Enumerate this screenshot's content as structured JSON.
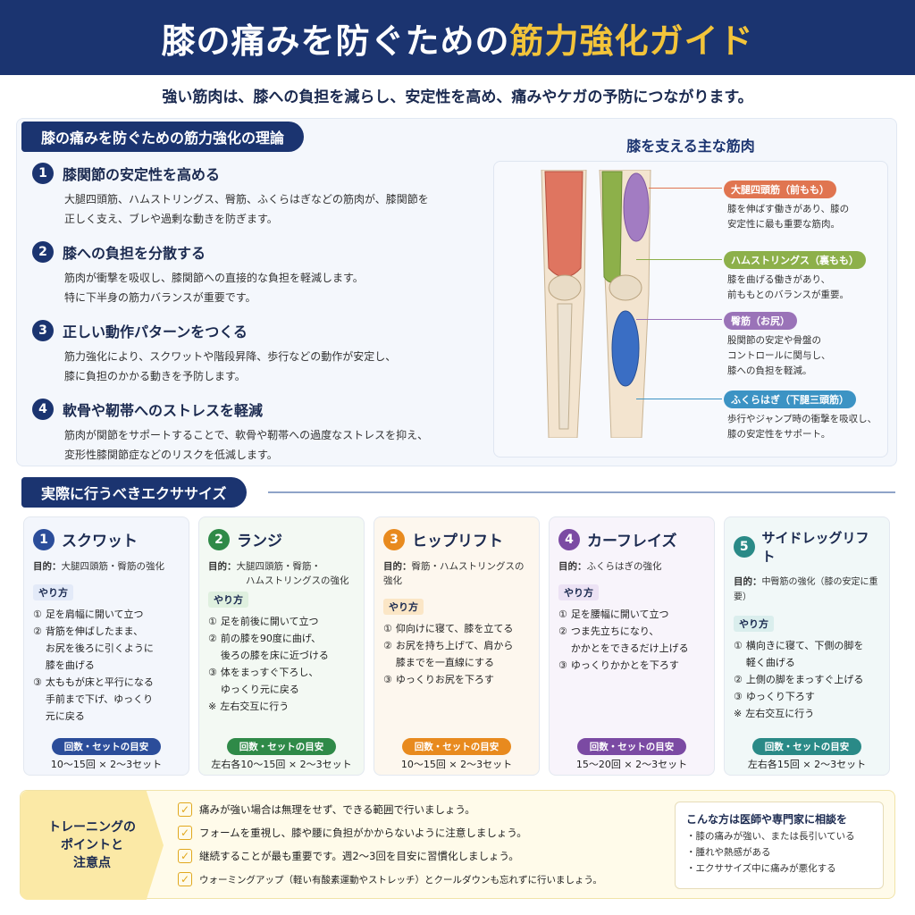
{
  "header": {
    "title_main": "膝の痛みを防ぐための",
    "title_accent": "筋力強化ガイド"
  },
  "subtitle": "強い筋肉は、膝への負担を減らし、安定性を高め、痛みやケガの予防につながります。",
  "theory": {
    "section_title": "膝の痛みを防ぐための筋力強化の理論",
    "items": [
      {
        "num": "1",
        "title": "膝関節の安定性を高める",
        "lines": [
          "大腿四頭筋、ハムストリングス、臀筋、ふくらはぎなどの筋肉が、膝関節を",
          "正しく支え、ブレや過剰な動きを防ぎます。"
        ]
      },
      {
        "num": "2",
        "title": "膝への負担を分散する",
        "lines": [
          "筋肉が衝撃を吸収し、膝関節への直接的な負担を軽減します。",
          "特に下半身の筋力バランスが重要です。"
        ]
      },
      {
        "num": "3",
        "title": "正しい動作パターンをつくる",
        "lines": [
          "筋力強化により、スクワットや階段昇降、歩行などの動作が安定し、",
          "膝に負担のかかる動きを予防します。"
        ]
      },
      {
        "num": "4",
        "title": "軟骨や靭帯へのストレスを軽減",
        "lines": [
          "筋肉が関節をサポートすることで、軟骨や靭帯への過度なストレスを抑え、",
          "変形性膝関節症などのリスクを低減します。"
        ]
      }
    ]
  },
  "muscles": {
    "heading": "膝を支える主な筋肉",
    "items": [
      {
        "tag": "大腿四頭筋（前もも）",
        "color": "#e07550",
        "lines": [
          "膝を伸ばす働きがあり、膝の",
          "安定性に最も重要な筋肉。"
        ]
      },
      {
        "tag": "ハムストリングス（裏もも）",
        "color": "#8db04a",
        "lines": [
          "膝を曲げる働きがあり、",
          "前ももとのバランスが重要。"
        ]
      },
      {
        "tag": "臀筋（お尻）",
        "color": "#9a73b8",
        "lines": [
          "股関節の安定や骨盤の",
          "コントロールに関与し、",
          "膝への負担を軽減。"
        ]
      },
      {
        "tag": "ふくらはぎ（下腿三頭筋）",
        "color": "#3c93c4",
        "lines": [
          "歩行やジャンプ時の衝撃を吸収し、",
          "膝の安定性をサポート。"
        ]
      }
    ]
  },
  "exercises": {
    "section_title": "実際に行うべきエクササイズ",
    "how_label": "やり方",
    "badge_label": "回数・セットの目安",
    "purpose_label": "目的：",
    "items": [
      {
        "num": "1",
        "title": "スクワット",
        "color": "#2b4d9a",
        "bg": "#f3f6fc",
        "how_bg": "#e3eaf8",
        "purpose": [
          "大腿四頭筋・臀筋の強化"
        ],
        "steps": [
          {
            "m": "①",
            "t": [
              "足を肩幅に開いて立つ"
            ]
          },
          {
            "m": "②",
            "t": [
              "背筋を伸ばしたまま、",
              "お尻を後ろに引くように",
              "膝を曲げる"
            ]
          },
          {
            "m": "③",
            "t": [
              "太ももが床と平行になる",
              "手前まで下げ、ゆっくり",
              "元に戻る"
            ]
          }
        ],
        "count": "10〜15回 × 2〜3セット"
      },
      {
        "num": "2",
        "title": "ランジ",
        "color": "#2f8a48",
        "bg": "#f3f9f3",
        "how_bg": "#dff0df",
        "purpose": [
          "大腿四頭筋・臀筋・",
          "ハムストリングスの強化"
        ],
        "steps": [
          {
            "m": "①",
            "t": [
              "足を前後に開いて立つ"
            ]
          },
          {
            "m": "②",
            "t": [
              "前の膝を90度に曲げ、",
              "後ろの膝を床に近づける"
            ]
          },
          {
            "m": "③",
            "t": [
              "体をまっすぐ下ろし、",
              "ゆっくり元に戻る"
            ]
          },
          {
            "m": "※",
            "t": [
              "左右交互に行う"
            ]
          }
        ],
        "count": "左右各10〜15回 × 2〜3セット"
      },
      {
        "num": "3",
        "title": "ヒップリフト",
        "color": "#e88a1e",
        "bg": "#fdf7ee",
        "how_bg": "#fbe6c6",
        "purpose": [
          "臀筋・ハムストリングスの強化"
        ],
        "steps": [
          {
            "m": "①",
            "t": [
              "仰向けに寝て、膝を立てる"
            ]
          },
          {
            "m": "②",
            "t": [
              "お尻を持ち上げて、肩から",
              "膝までを一直線にする"
            ]
          },
          {
            "m": "③",
            "t": [
              "ゆっくりお尻を下ろす"
            ]
          }
        ],
        "count": "10〜15回 × 2〜3セット"
      },
      {
        "num": "4",
        "title": "カーフレイズ",
        "color": "#7b4aa3",
        "bg": "#f8f4fb",
        "how_bg": "#ece2f4",
        "purpose": [
          "ふくらはぎの強化"
        ],
        "steps": [
          {
            "m": "①",
            "t": [
              "足を腰幅に開いて立つ"
            ]
          },
          {
            "m": "②",
            "t": [
              "つま先立ちになり、",
              "かかとをできるだけ上げる"
            ]
          },
          {
            "m": "③",
            "t": [
              "ゆっくりかかとを下ろす"
            ]
          }
        ],
        "count": "15〜20回 × 2〜3セット"
      },
      {
        "num": "5",
        "title": "サイドレッグリフト",
        "color": "#2a8a87",
        "bg": "#f1f8f8",
        "how_bg": "#daeeed",
        "purpose": [
          "中臀筋の強化（膝の安定に重要）"
        ],
        "steps": [
          {
            "m": "①",
            "t": [
              "横向きに寝て、下側の脚を",
              "軽く曲げる"
            ]
          },
          {
            "m": "②",
            "t": [
              "上側の脚をまっすぐ上げる"
            ]
          },
          {
            "m": "③",
            "t": [
              "ゆっくり下ろす"
            ]
          },
          {
            "m": "※",
            "t": [
              "左右交互に行う"
            ]
          }
        ],
        "count": "左右各15回 × 2〜3セット"
      }
    ]
  },
  "points": {
    "label_lines": [
      "トレーニングの",
      "ポイントと",
      "注意点"
    ],
    "items": [
      "痛みが強い場合は無理をせず、できる範囲で行いましょう。",
      "フォームを重視し、膝や腰に負担がかからないように注意しましょう。",
      "継続することが最も重要です。週2〜3回を目安に習慣化しましょう。",
      "ウォーミングアップ（軽い有酸素運動やストレッチ）とクールダウンも忘れずに行いましょう。"
    ],
    "consult": {
      "title": "こんな方は医師や専門家に相談を",
      "items": [
        "・膝の痛みが強い、または長引いている",
        "・腫れや熱感がある",
        "・エクササイズ中に痛みが悪化する"
      ]
    }
  }
}
